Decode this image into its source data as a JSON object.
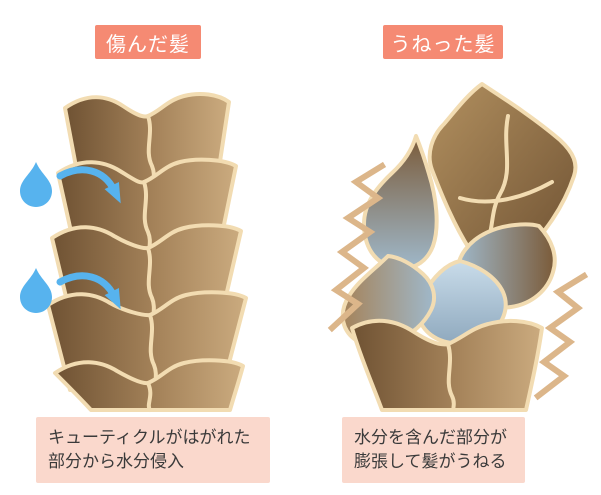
{
  "left_panel": {
    "title": "傷んだ髪",
    "caption_line1": "キューティクルがはがれた",
    "caption_line2": "部分から水分侵入"
  },
  "right_panel": {
    "title": "うねった髪",
    "caption_line1": "水分を含んだ部分が",
    "caption_line2": "膨張して髪がうねる"
  },
  "icons": {
    "water_drop": "water-drop-icon",
    "water_arrow": "curved-arrow-icon",
    "zigzag": "zigzag-swell-icon"
  },
  "colors": {
    "background": "#FFFFFF",
    "badge_bg": "#F58A73",
    "badge_text": "#FFFFFF",
    "caption_bg": "#FAD8CC",
    "caption_text": "#3A3A3A",
    "hair_dark": "#6F5233",
    "hair_mid": "#A5835A",
    "hair_light": "#CBAB7F",
    "brown_top": "#7B5B39",
    "scale_light": "#B2905F",
    "cuticle_edge": "#F2DCB2",
    "water_blue": "#57B3EE",
    "moisture_light": "#C9DCEA",
    "moisture_mid": "#9FB8CA",
    "moisture_dark": "#8FA9BE",
    "zigzag_tan": "#DCB68A"
  }
}
